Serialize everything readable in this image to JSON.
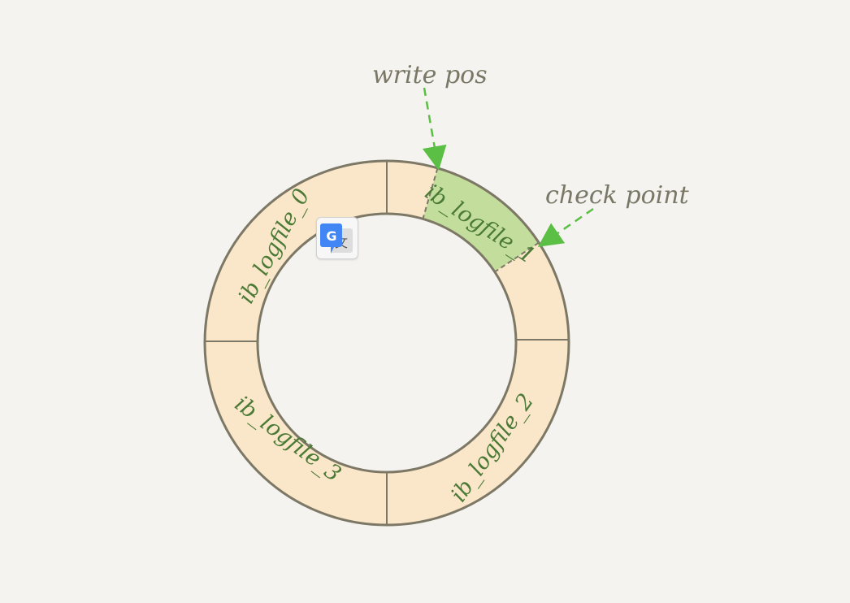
{
  "diagram": {
    "pointers": {
      "write_pos": "write pos",
      "check_point": "check point"
    },
    "segments": [
      {
        "id": "0",
        "label": "ib_logfile_0"
      },
      {
        "id": "1",
        "label": "ib_logfile_1"
      },
      {
        "id": "2",
        "label": "ib_logfile_2"
      },
      {
        "id": "3",
        "label": "ib_logfile_3"
      }
    ],
    "colors": {
      "background": "#f4f3ef",
      "ring_fill": "#fae6c9",
      "written_fill": "#c3de9c",
      "outline": "#7d7866",
      "arrow": "#5bbf45",
      "segment_text": "#4a7a36",
      "pointer_text": "#7a7766"
    }
  },
  "overlay": {
    "translate_icon": "google-translate-icon",
    "letter": "G",
    "glyph": "文"
  }
}
